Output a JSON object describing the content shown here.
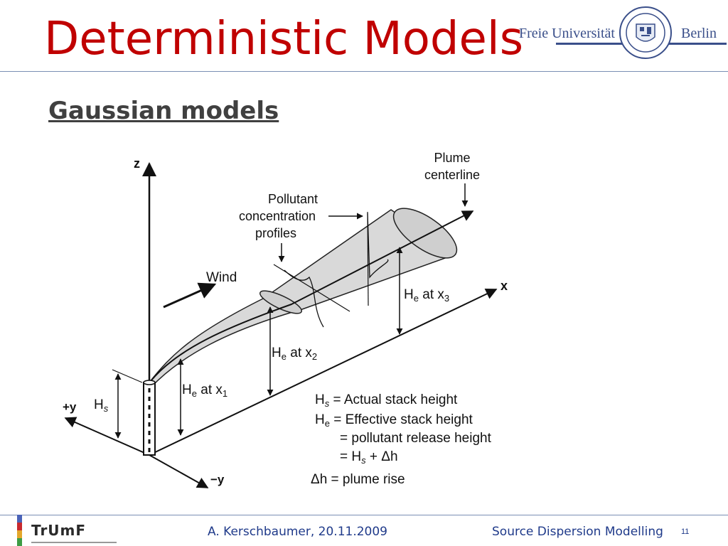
{
  "slide": {
    "title": "Deterministic Models",
    "subtitle": "Gaussian models"
  },
  "logo": {
    "text_left": "Freie Universität",
    "text_right": "Berlin"
  },
  "diagram": {
    "axis_z": "z",
    "axis_x": "x",
    "axis_plus_y": "+y",
    "axis_minus_y": "−y",
    "label_wind": "Wind",
    "label_plume_line1": "Plume",
    "label_plume_line2": "centerline",
    "label_pollutant_line1": "Pollutant",
    "label_pollutant_line2": "concentration",
    "label_pollutant_line3": "profiles",
    "label_hs": "H",
    "label_hs_sub": "s",
    "he1": {
      "main": "H",
      "sub": "e",
      "mid": " at x",
      "idx": "1"
    },
    "he2": {
      "main": "H",
      "sub": "e",
      "mid": " at x",
      "idx": "2"
    },
    "he3": {
      "main": "H",
      "sub": "e",
      "mid": " at x",
      "idx": "3"
    },
    "legend": {
      "l1_main": "H",
      "l1_sub": "s",
      "l1_eq": " = ",
      "l1_text": "Actual stack height",
      "l2_main": "H",
      "l2_sub": "e",
      "l2_eq": " = ",
      "l2_text": "Effective stack height",
      "l3_eq": "= ",
      "l3_text": "pollutant release height",
      "l4_eq": "= ",
      "l4_main": "H",
      "l4_sub": "s",
      "l4_text": " + Δh",
      "l5_main": "Δh",
      "l5_eq": " = ",
      "l5_text": "plume rise"
    }
  },
  "footer": {
    "logo_text": "TrUmF",
    "author": "A. Kerschbaumer, 20.11.2009",
    "topic": "Source Dispersion Modelling",
    "page": "11"
  }
}
